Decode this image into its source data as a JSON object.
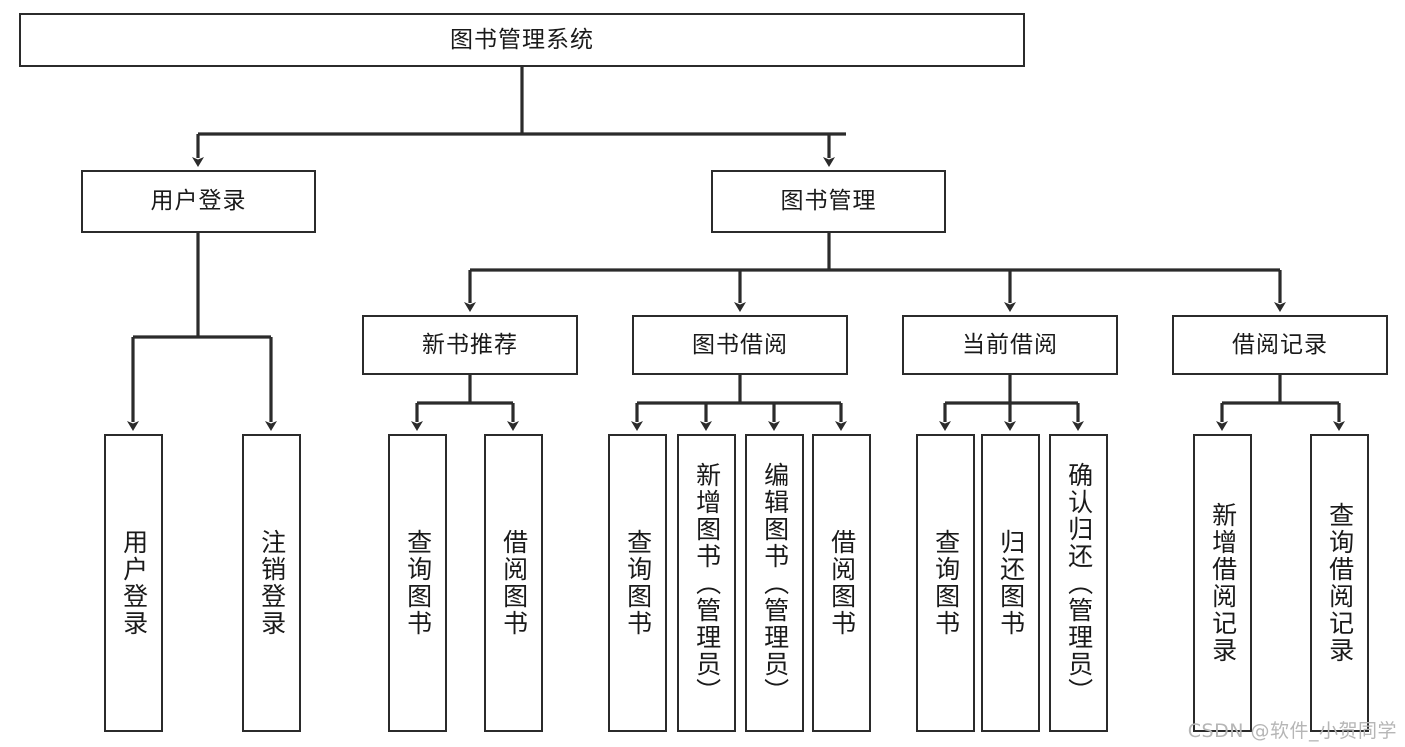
{
  "diagram": {
    "title": "图书管理系统",
    "type": "tree-hierarchy",
    "watermark": "CSDN @软件_小贺同学",
    "colors": {
      "background": "#ffffff",
      "node_border": "#2b2b2b",
      "node_fill": "#ffffff",
      "edge": "#2b2b2b",
      "text": "#1a1a1a",
      "watermark": "#b6b6b6"
    }
  },
  "nodes": {
    "root": {
      "label": "图书管理系统",
      "level": 1,
      "orientation": "horizontal"
    },
    "level2": [
      {
        "id": "user-login",
        "label": "用户登录",
        "orientation": "horizontal"
      },
      {
        "id": "book-manage",
        "label": "图书管理",
        "orientation": "horizontal"
      }
    ],
    "level3": [
      {
        "id": "new-book-recommend",
        "label": "新书推荐",
        "parent": "book-manage",
        "orientation": "horizontal"
      },
      {
        "id": "book-borrow",
        "label": "图书借阅",
        "parent": "book-manage",
        "orientation": "horizontal"
      },
      {
        "id": "current-borrow",
        "label": "当前借阅",
        "parent": "book-manage",
        "orientation": "horizontal"
      },
      {
        "id": "borrow-record",
        "label": "借阅记录",
        "parent": "book-manage",
        "orientation": "horizontal"
      }
    ],
    "leaves": [
      {
        "id": "leaf-user-login",
        "label": "用户登录",
        "parent": "user-login",
        "orientation": "vertical"
      },
      {
        "id": "leaf-logout",
        "label": "注销登录",
        "parent": "user-login",
        "orientation": "vertical"
      },
      {
        "id": "leaf-query-book-1",
        "label": "查询图书",
        "parent": "new-book-recommend",
        "orientation": "vertical"
      },
      {
        "id": "leaf-borrow-book-1",
        "label": "借阅图书",
        "parent": "new-book-recommend",
        "orientation": "vertical"
      },
      {
        "id": "leaf-query-book-2",
        "label": "查询图书",
        "parent": "book-borrow",
        "orientation": "vertical"
      },
      {
        "id": "leaf-add-book",
        "label": "新增图书（管理员）",
        "parent": "book-borrow",
        "orientation": "vertical"
      },
      {
        "id": "leaf-edit-book",
        "label": "编辑图书（管理员）",
        "parent": "book-borrow",
        "orientation": "vertical"
      },
      {
        "id": "leaf-borrow-book-2",
        "label": "借阅图书",
        "parent": "book-borrow",
        "orientation": "vertical"
      },
      {
        "id": "leaf-query-book-3",
        "label": "查询图书",
        "parent": "current-borrow",
        "orientation": "vertical"
      },
      {
        "id": "leaf-return-book",
        "label": "归还图书",
        "parent": "current-borrow",
        "orientation": "vertical"
      },
      {
        "id": "leaf-confirm-return",
        "label": "确认归还（管理员）",
        "parent": "current-borrow",
        "orientation": "vertical"
      },
      {
        "id": "leaf-add-record",
        "label": "新增借阅记录",
        "parent": "borrow-record",
        "orientation": "vertical"
      },
      {
        "id": "leaf-query-record",
        "label": "查询借阅记录",
        "parent": "borrow-record",
        "orientation": "vertical"
      }
    ]
  }
}
